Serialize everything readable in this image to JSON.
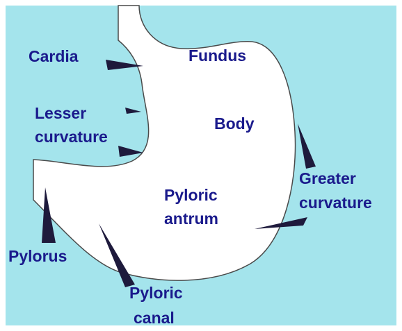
{
  "colors": {
    "background": "#a4e4ec",
    "organ": "#ffffff",
    "outline": "#4a4a4a",
    "label": "#1a1a8c",
    "arrow": "#1e1a3c"
  },
  "labels": {
    "cardia": "Cardia",
    "fundus": "Fundus",
    "lesser_line1": "Lesser",
    "lesser_line2": "curvature",
    "body": "Body",
    "greater_line1": "Greater",
    "greater_line2": "curvature",
    "antrum_line1": "Pyloric",
    "antrum_line2": "antrum",
    "pylorus": "Pylorus",
    "canal_line1": "Pyloric",
    "canal_line2": "canal"
  }
}
